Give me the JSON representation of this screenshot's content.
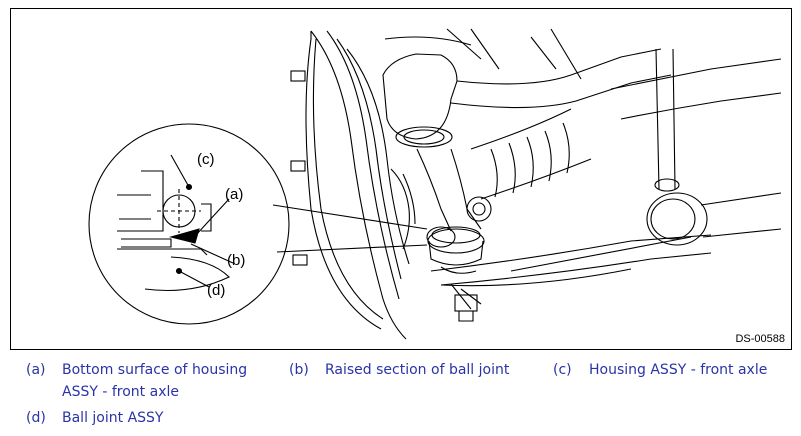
{
  "figure": {
    "id": "DS-00588",
    "callouts": [
      {
        "key": "c",
        "label": "(c)"
      },
      {
        "key": "a",
        "label": "(a)"
      },
      {
        "key": "b",
        "label": "(b)"
      },
      {
        "key": "d",
        "label": "(d)"
      }
    ]
  },
  "legend": [
    {
      "key": "(a)",
      "lines": [
        "Bottom surface of housing",
        "ASSY - front axle"
      ]
    },
    {
      "key": "(b)",
      "lines": [
        "Raised section of ball joint"
      ]
    },
    {
      "key": "(c)",
      "lines": [
        "Housing ASSY - front axle"
      ]
    },
    {
      "key": "(d)",
      "lines": [
        "Ball joint ASSY"
      ]
    }
  ]
}
